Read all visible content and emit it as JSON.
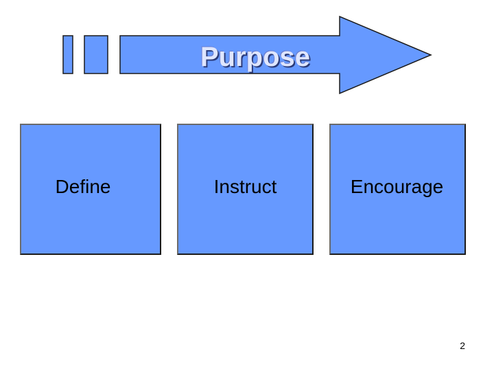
{
  "diagram": {
    "arrow": {
      "label": "Purpose",
      "fill_color": "#6699ff"
    },
    "steps": [
      {
        "label": "Define"
      },
      {
        "label": "Instruct"
      },
      {
        "label": "Encourage"
      }
    ],
    "box_color": "#6699ff"
  },
  "slide": {
    "page_number": "2"
  }
}
